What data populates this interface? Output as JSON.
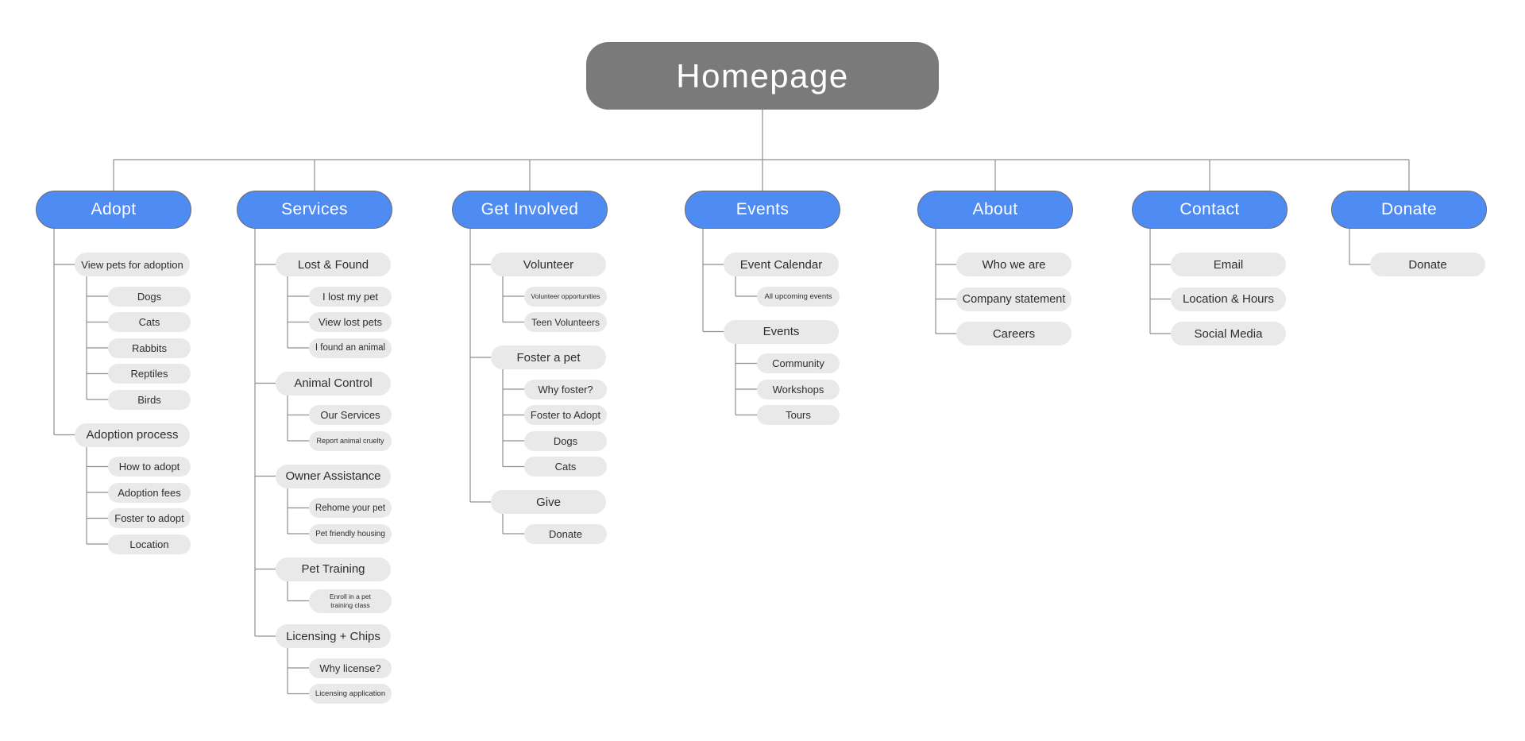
{
  "root": {
    "label": "Homepage"
  },
  "branches": [
    {
      "label": "Adopt",
      "children": [
        {
          "label": "View pets for adoption",
          "children": [
            {
              "label": "Dogs"
            },
            {
              "label": "Cats"
            },
            {
              "label": "Rabbits"
            },
            {
              "label": "Reptiles"
            },
            {
              "label": "Birds"
            }
          ]
        },
        {
          "label": "Adoption process",
          "children": [
            {
              "label": "How to adopt"
            },
            {
              "label": "Adoption fees"
            },
            {
              "label": "Foster to adopt"
            },
            {
              "label": "Location"
            }
          ]
        }
      ]
    },
    {
      "label": "Services",
      "children": [
        {
          "label": "Lost & Found",
          "children": [
            {
              "label": "I lost my pet"
            },
            {
              "label": "View lost pets"
            },
            {
              "label": "I found an animal"
            }
          ]
        },
        {
          "label": "Animal Control",
          "children": [
            {
              "label": "Our Services"
            },
            {
              "label": "Report animal cruelty"
            }
          ]
        },
        {
          "label": "Owner Assistance",
          "children": [
            {
              "label": "Rehome your pet"
            },
            {
              "label": "Pet friendly housing"
            }
          ]
        },
        {
          "label": "Pet Training",
          "children": [
            {
              "label": "Enroll in a pet training class",
              "lines": [
                "Enroll in a pet",
                "training class"
              ]
            }
          ]
        },
        {
          "label": "Licensing + Chips",
          "children": [
            {
              "label": "Why license?"
            },
            {
              "label": "Licensing application"
            }
          ]
        }
      ]
    },
    {
      "label": "Get Involved",
      "children": [
        {
          "label": "Volunteer",
          "children": [
            {
              "label": "Volunteer opportunities"
            },
            {
              "label": "Teen Volunteers"
            }
          ]
        },
        {
          "label": "Foster a pet",
          "children": [
            {
              "label": "Why foster?"
            },
            {
              "label": "Foster to Adopt"
            },
            {
              "label": "Dogs"
            },
            {
              "label": "Cats"
            }
          ]
        },
        {
          "label": "Give",
          "children": [
            {
              "label": "Donate"
            }
          ]
        }
      ]
    },
    {
      "label": "Events",
      "children": [
        {
          "label": "Event Calendar",
          "children": [
            {
              "label": "All upcoming events"
            }
          ]
        },
        {
          "label": "Events",
          "children": [
            {
              "label": "Community"
            },
            {
              "label": "Workshops"
            },
            {
              "label": "Tours"
            }
          ]
        }
      ]
    },
    {
      "label": "About",
      "children": [
        {
          "label": "Who we are"
        },
        {
          "label": "Company statement"
        },
        {
          "label": "Careers"
        }
      ]
    },
    {
      "label": "Contact",
      "children": [
        {
          "label": "Email"
        },
        {
          "label": "Location & Hours"
        },
        {
          "label": "Social Media"
        }
      ]
    },
    {
      "label": "Donate",
      "children": [
        {
          "label": "Donate"
        }
      ]
    }
  ],
  "colors": {
    "branch_fill": "#4e8bf2",
    "root_fill": "#7a7a7a",
    "leaf_fill": "#e9e9e9",
    "line": "#8f8f8f",
    "text": "#2e2e2e",
    "inverse_text": "#ffffff"
  }
}
